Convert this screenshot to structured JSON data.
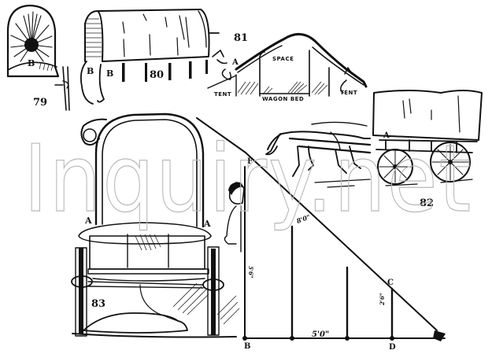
{
  "figures": {
    "fig79": {
      "number": "79",
      "labels": {
        "b": "B"
      }
    },
    "fig80": {
      "number": "80",
      "labels": {
        "b1": "B",
        "b2": "B"
      }
    },
    "fig81": {
      "number": "81",
      "labels": {
        "a": "A",
        "space": "SPACE",
        "wagon_bed": "WAGON BED",
        "tent_left": "TENT",
        "tent_right": "TENT"
      }
    },
    "fig82": {
      "number": "82",
      "labels": {
        "a": "A"
      }
    },
    "fig83": {
      "number": "83",
      "labels": {
        "a_left": "A",
        "a_right": "A"
      }
    },
    "triangle": {
      "labels": {
        "f": "F",
        "c": "C",
        "b": "B",
        "d": "D"
      },
      "dimensions": {
        "base": "5'0\"",
        "upper": "8'0\"",
        "left_post": "5'6\"",
        "c_post": "2'6\""
      }
    }
  },
  "watermark": {
    "text": "Inquiry.net"
  },
  "colors": {
    "ink": "#111111",
    "background": "#ffffff",
    "watermark": "#b8b8b8"
  }
}
